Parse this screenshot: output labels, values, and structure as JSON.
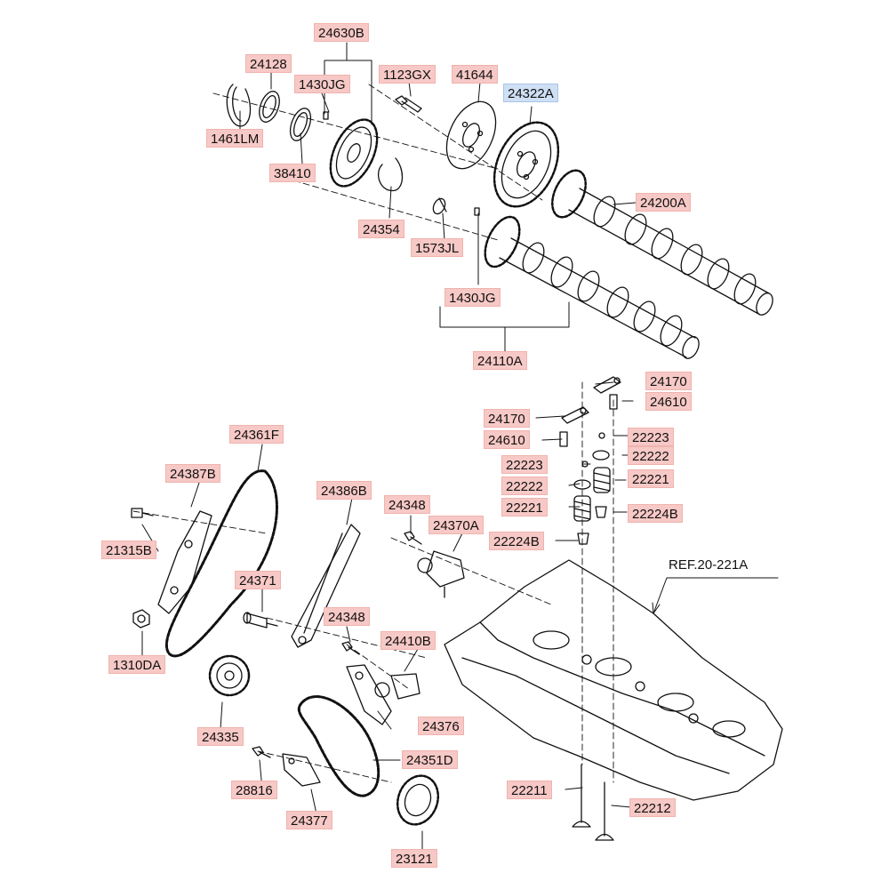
{
  "labels": {
    "l24630B": "24630B",
    "l24128": "24128",
    "l1430JG_top": "1430JG",
    "l1123GX": "1123GX",
    "l41644": "41644",
    "l24322A": "24322A",
    "l1461LM": "1461LM",
    "l38410": "38410",
    "l24200A": "24200A",
    "l24354": "24354",
    "l1573JL": "1573JL",
    "l1430JG_bot": "1430JG",
    "l24110A": "24110A",
    "l24170_a": "24170",
    "l24610_a": "24610",
    "l24170_b": "24170",
    "l24610_b": "24610",
    "l22223_a": "22223",
    "l22223_b": "22223",
    "l22222_a": "22222",
    "l22222_b": "22222",
    "l22221_a": "22221",
    "l22221_b": "22221",
    "l22224B_a": "22224B",
    "l22224B_b": "22224B",
    "l24361F": "24361F",
    "l24387B": "24387B",
    "l24386B": "24386B",
    "l24348_a": "24348",
    "l24370A": "24370A",
    "l21315B": "21315B",
    "l24371": "24371",
    "l24348_b": "24348",
    "l24410B": "24410B",
    "l1310DA": "1310DA",
    "l24335": "24335",
    "l24376": "24376",
    "l24351D": "24351D",
    "l28816": "28816",
    "l24377": "24377",
    "l22211": "22211",
    "l22212": "22212",
    "l23121": "23121"
  },
  "ref_label": "REF.20-221A",
  "highlight": {
    "selected_part": "24322A",
    "label_color": "#f7c9c6",
    "selected_color": "#cfe0f5"
  }
}
